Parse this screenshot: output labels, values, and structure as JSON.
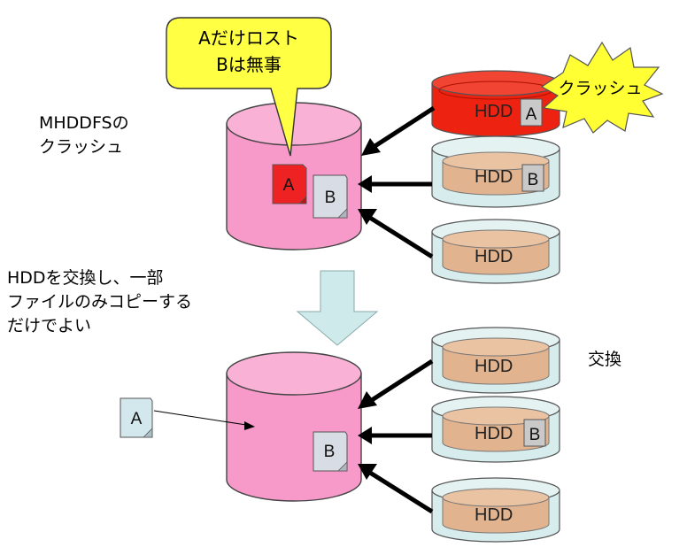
{
  "top": {
    "title_lines": [
      "MHDDFSの",
      "クラッシュ"
    ],
    "callout_lines": [
      "Aだけロスト",
      "Bは無事"
    ],
    "burst_label": "クラッシュ",
    "pool_files": [
      "A",
      "B"
    ],
    "disks": [
      {
        "label": "HDD",
        "file": "A",
        "state": "crashed"
      },
      {
        "label": "HDD",
        "file": "B",
        "state": "ok"
      },
      {
        "label": "HDD",
        "file": "",
        "state": "ok"
      }
    ]
  },
  "middle_text_lines": [
    "HDDを交換し、一部",
    "ファイルのみコピーする",
    "だけでよい"
  ],
  "bottom": {
    "replace_label": "交換",
    "copy_file": "A",
    "pool_files": [
      "B"
    ],
    "disks": [
      {
        "label": "HDD",
        "file": "",
        "state": "new"
      },
      {
        "label": "HDD",
        "file": "B",
        "state": "ok"
      },
      {
        "label": "HDD",
        "file": "",
        "state": "ok"
      }
    ]
  },
  "colors": {
    "pool_fill": "#f799c9",
    "hdd_outer": "#d7ecec",
    "hdd_inner": "#e2b38f",
    "crash_red": "#ee2211",
    "burst_yellow": "#ffff33",
    "arrow_light": "#cfeaea",
    "lost_file": "#ee2222",
    "file_gray": "#d8dce4"
  }
}
